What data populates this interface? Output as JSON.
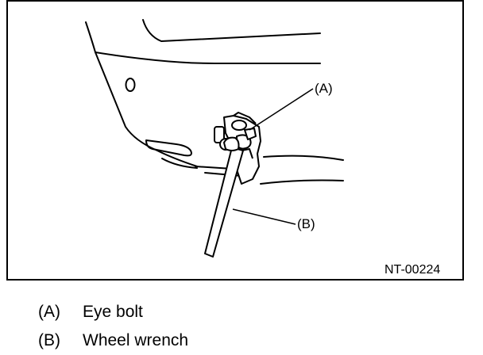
{
  "figure": {
    "callouts": {
      "a": "(A)",
      "b": "(B)"
    },
    "code": "NT-00224"
  },
  "legend": {
    "items": [
      {
        "key": "(A)",
        "text": "Eye bolt"
      },
      {
        "key": "(B)",
        "text": "Wheel wrench"
      }
    ]
  }
}
